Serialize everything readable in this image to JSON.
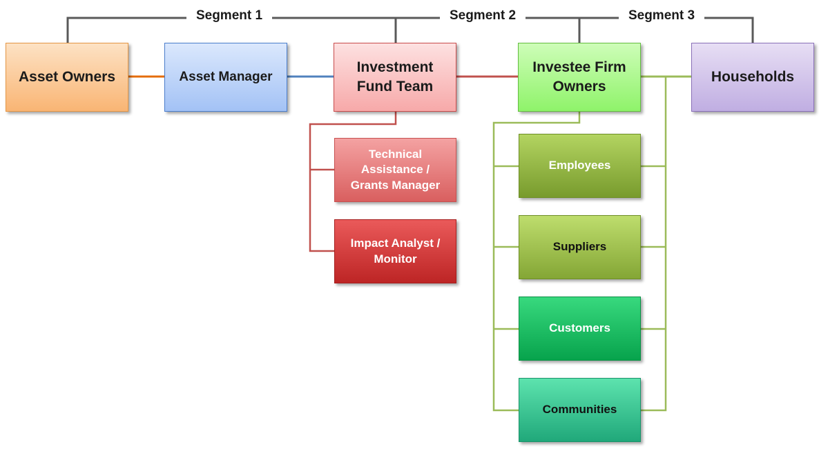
{
  "segments": {
    "segment_1": "Segment 1",
    "segment_2": "Segment 2",
    "segment_3": "Segment 3"
  },
  "nodes": {
    "asset_owners": "Asset Owners",
    "asset_manager": "Asset Manager",
    "investment_fund_team": [
      "Investment",
      "Fund Team"
    ],
    "investee_firm_owners": [
      "Investee Firm",
      "Owners"
    ],
    "households": "Households",
    "technical_assistance": [
      "Technical",
      "Assistance /",
      "Grants Manager"
    ],
    "impact_analyst": [
      "Impact Analyst /",
      "Monitor"
    ],
    "employees": "Employees",
    "suppliers": "Suppliers",
    "customers": "Customers",
    "communities": "Communities"
  },
  "colors": {
    "segment_line": "#595959",
    "owners_to_manager": "#e46c0a",
    "manager_to_fund": "#4f81bd",
    "fund_links": "#c0504d",
    "stakeholder_links": "#9bbb59"
  }
}
